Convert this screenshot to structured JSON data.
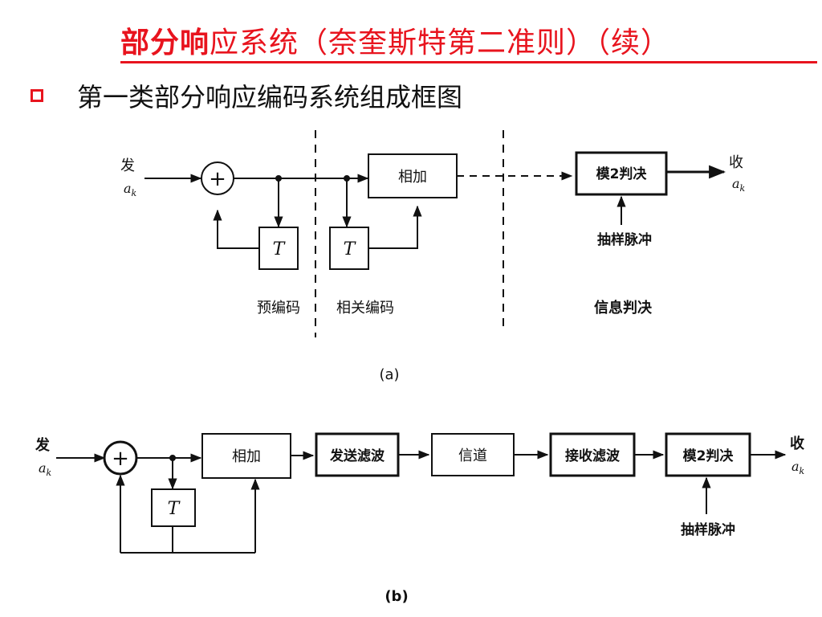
{
  "slide": {
    "title_bold": "部分响",
    "title_rest": "应系统（奈奎斯特第二准则）（续）",
    "bullet": "第一类部分响应编码系统组成框图"
  },
  "diagram_a": {
    "send_label": "发",
    "send_symbol": "a",
    "send_sub": "k",
    "sum_symbol": "+",
    "delay1": "T",
    "delay2": "T",
    "adder": "相加",
    "decision": "模2判决",
    "sampling": "抽样脉冲",
    "recv_label": "收",
    "recv_symbol": "a",
    "recv_sub": "k",
    "section_precode": "预编码",
    "section_corr": "相关编码",
    "section_decision": "信息判决",
    "caption": "(a)"
  },
  "diagram_b": {
    "send_label": "发",
    "send_symbol": "a",
    "send_sub": "k",
    "sum_symbol": "+",
    "delay": "T",
    "adder": "相加",
    "tx_filter": "发送滤波",
    "channel": "信道",
    "rx_filter": "接收滤波",
    "decision": "模2判决",
    "sampling": "抽样脉冲",
    "recv_label": "收",
    "recv_symbol": "a",
    "recv_sub": "k",
    "caption": "(b)"
  },
  "colors": {
    "accent": "#e8141e",
    "ink": "#111111"
  }
}
